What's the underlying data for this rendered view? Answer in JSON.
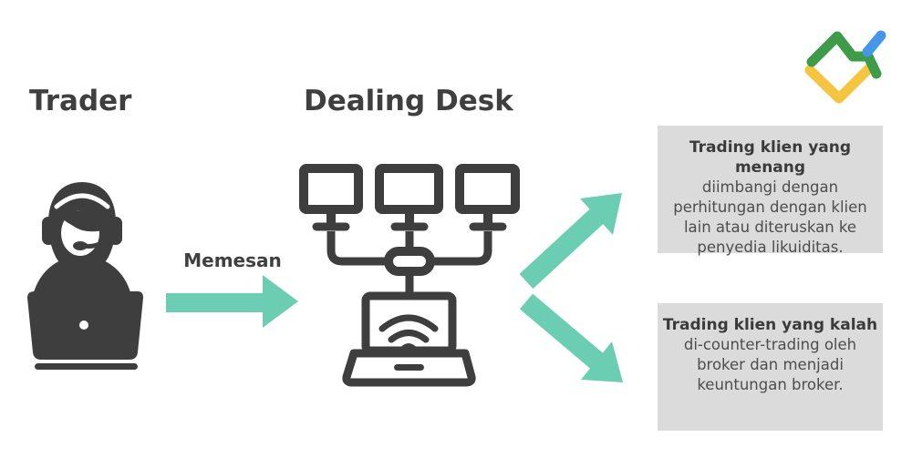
{
  "headings": {
    "trader": "Trader",
    "dealing_desk": "Dealing Desk"
  },
  "flow": {
    "order_label": "Memesan"
  },
  "outcomes": [
    {
      "title": "Trading klien yang menang",
      "body": "diimbangi dengan perhitungan dengan klien lain atau diteruskan ke penyedia likuiditas."
    },
    {
      "title": "Trading klien yang kalah",
      "body": "di-counter-trading oleh broker dan menjadi keuntungan broker."
    }
  ],
  "icons": {
    "trader": "trader-headset-laptop-icon",
    "dealing_desk": "network-computers-icon",
    "brand": "litefinance-logo-icon",
    "order_arrow": "arrow-right-icon",
    "win_arrow": "arrow-up-right-icon",
    "lose_arrow": "arrow-down-right-icon"
  },
  "colors": {
    "accent_teal": "#6bceb3",
    "icon_dark": "#3e3e3e",
    "card_bg": "#dbdbdb",
    "heading_text": "#3f3f3f",
    "card_title_text": "#3b3b3b",
    "card_body_text": "#4d4d4d",
    "logo_green": "#3d9b4a",
    "logo_blue": "#4596e8",
    "logo_yellow": "#f5c542"
  }
}
